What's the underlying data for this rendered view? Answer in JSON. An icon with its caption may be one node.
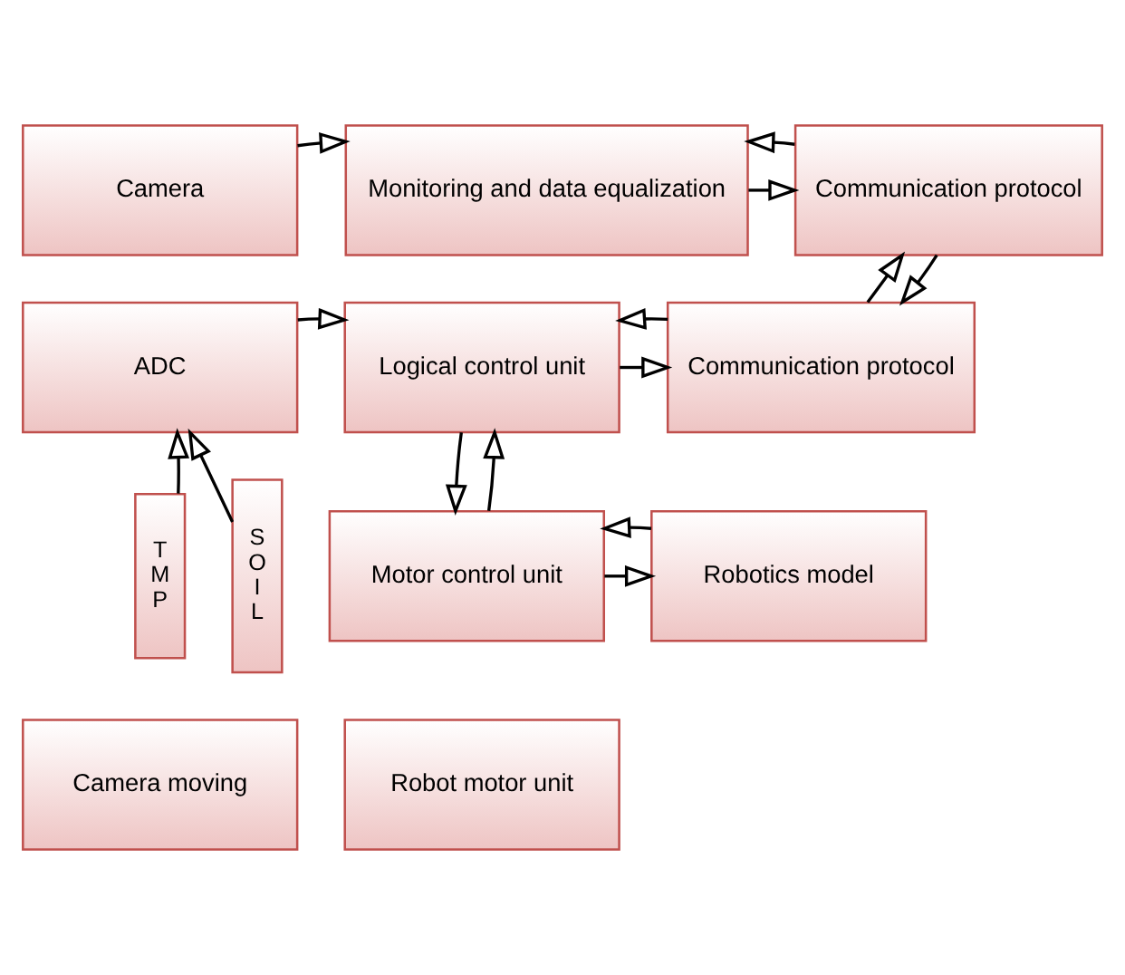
{
  "diagram": {
    "nodes": [
      {
        "text": [
          "Camera"
        ]
      },
      {
        "text": [
          "Monitoring and data equalization"
        ]
      },
      {
        "text": [
          "Communication protocol"
        ]
      },
      {
        "text": [
          "ADC"
        ]
      },
      {
        "text": [
          "Logical control unit"
        ]
      },
      {
        "text": [
          "Communication protocol"
        ]
      },
      {
        "text": [
          "T M P"
        ]
      },
      {
        "text": [
          "S O I L"
        ]
      },
      {
        "text": [
          "Motor control unit"
        ]
      },
      {
        "text": [
          "Robotics model"
        ]
      },
      {
        "text": [
          "Camera moving"
        ]
      },
      {
        "text": [
          "Robot motor unit"
        ]
      }
    ],
    "edges": [
      {
        "from": 0,
        "to": 1,
        "arrow": "to"
      },
      {
        "from": 1,
        "to": 2,
        "arrow": "to"
      },
      {
        "from": 2,
        "to": 1,
        "arrow": "to"
      },
      {
        "from": 5,
        "to": 2,
        "arrow": "to"
      },
      {
        "from": 2,
        "to": 5,
        "arrow": "to"
      },
      {
        "from": 3,
        "to": 4,
        "arrow": "to"
      },
      {
        "from": 4,
        "to": 5,
        "arrow": "to"
      },
      {
        "from": 5,
        "to": 4,
        "arrow": "to"
      },
      {
        "from": 6,
        "to": 3,
        "arrow": "to"
      },
      {
        "from": 7,
        "to": 3,
        "arrow": "to"
      },
      {
        "from": 8,
        "to": 4,
        "arrow": "to"
      },
      {
        "from": 4,
        "to": 8,
        "arrow": "to"
      },
      {
        "from": 8,
        "to": 9,
        "arrow": "to"
      },
      {
        "from": 9,
        "to": 8,
        "arrow": "to"
      }
    ]
  }
}
